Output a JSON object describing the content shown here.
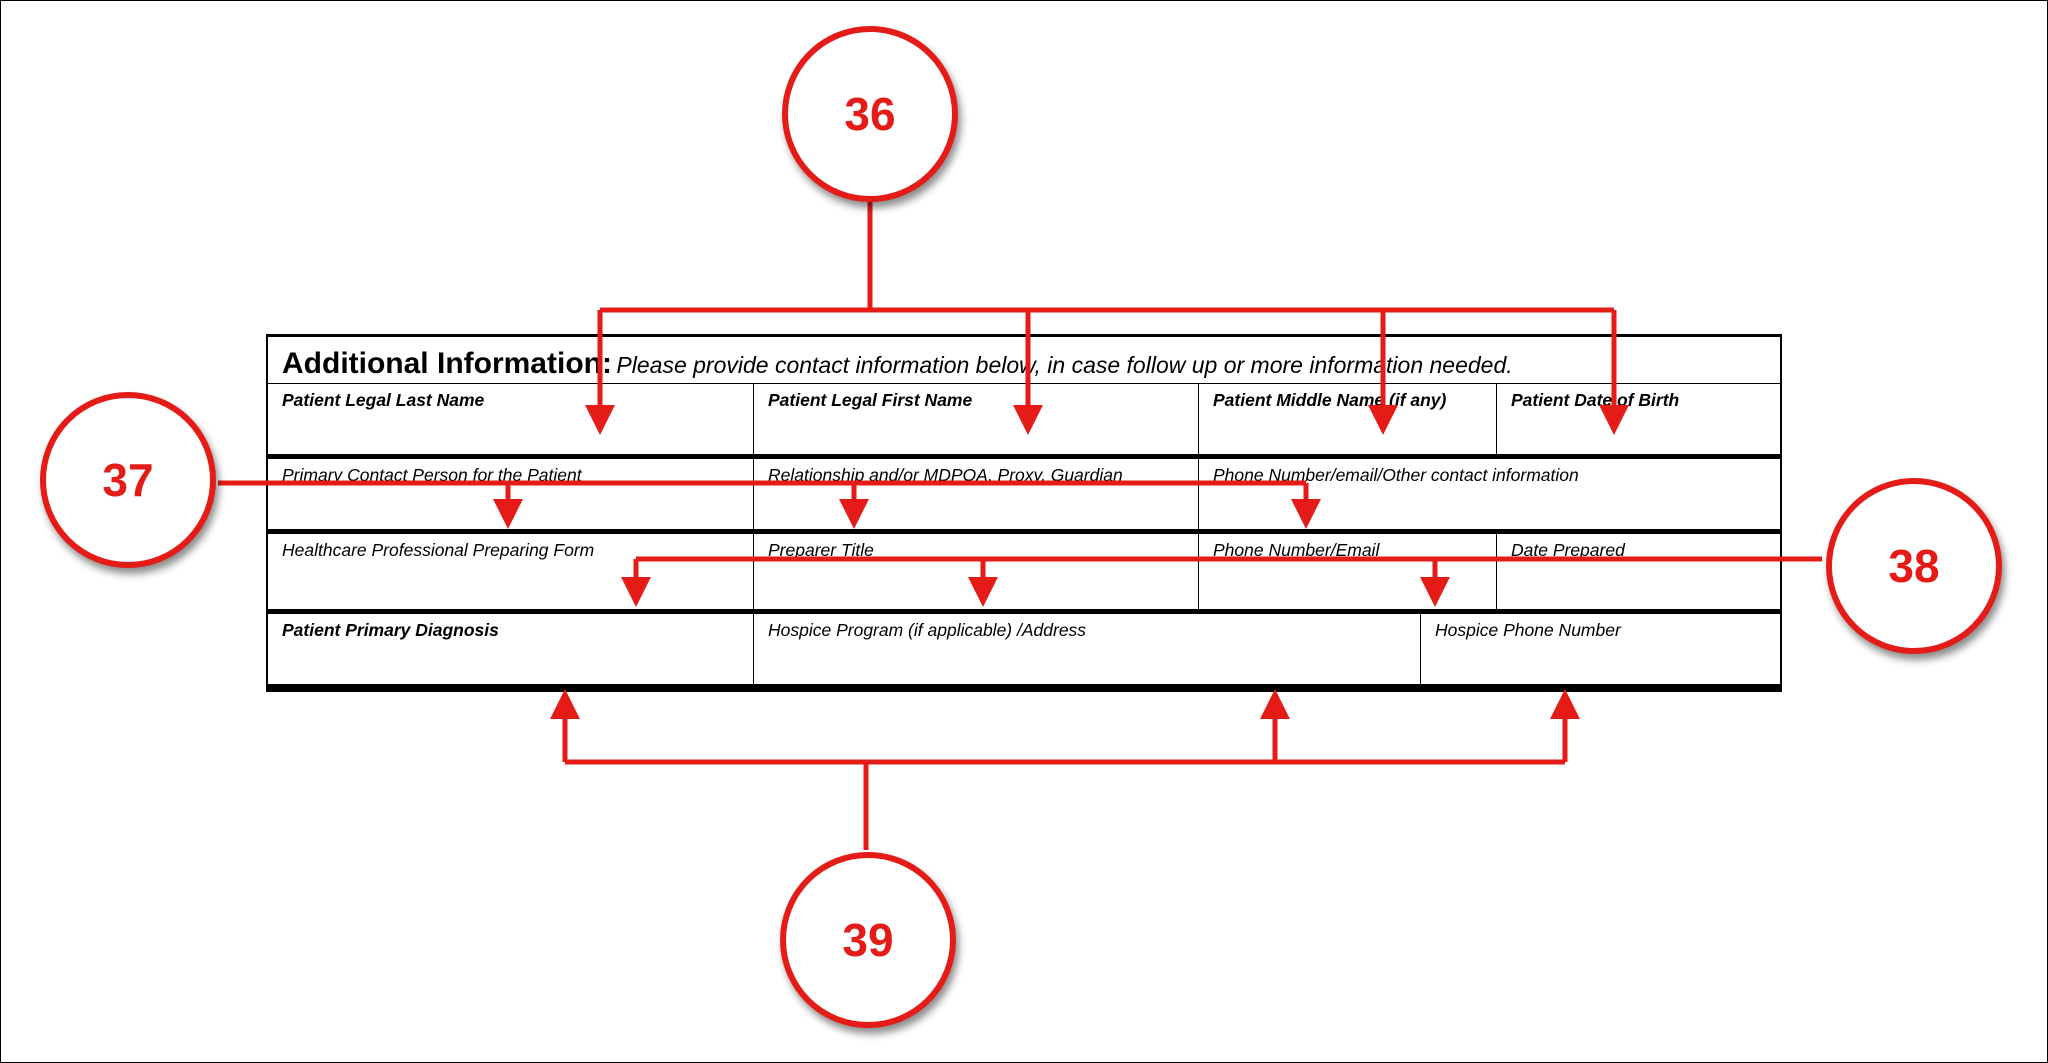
{
  "form": {
    "header": {
      "title": "Additional Information:",
      "subtitle": "Please provide contact information below, in case follow up or more information needed."
    },
    "rows": [
      [
        {
          "label": "Patient Legal Last Name",
          "bold": true
        },
        {
          "label": "Patient Legal First Name",
          "bold": true
        },
        {
          "label": "Patient Middle Name (if any)",
          "bold": true
        },
        {
          "label": "Patient Date of Birth",
          "bold": true
        }
      ],
      [
        {
          "label": "Primary Contact Person for the Patient",
          "bold": false
        },
        {
          "label": "Relationship and/or MDPOA, Proxy, Guardian",
          "bold": false
        },
        {
          "label": "Phone Number/email/Other contact information",
          "bold": false
        }
      ],
      [
        {
          "label": "Healthcare Professional Preparing Form",
          "bold": false
        },
        {
          "label": "Preparer Title",
          "bold": false
        },
        {
          "label": "Phone Number/Email",
          "bold": false
        },
        {
          "label": "Date Prepared",
          "bold": false
        }
      ],
      [
        {
          "label": "Patient Primary Diagnosis",
          "bold": true
        },
        {
          "label": "Hospice Program (if applicable) /Address",
          "bold": false
        },
        {
          "label": "Hospice Phone Number",
          "bold": false
        }
      ]
    ]
  },
  "callouts": [
    {
      "number": "36"
    },
    {
      "number": "37"
    },
    {
      "number": "38"
    },
    {
      "number": "39"
    }
  ],
  "colors": {
    "accent": "#e41b17",
    "ink": "#000000"
  }
}
